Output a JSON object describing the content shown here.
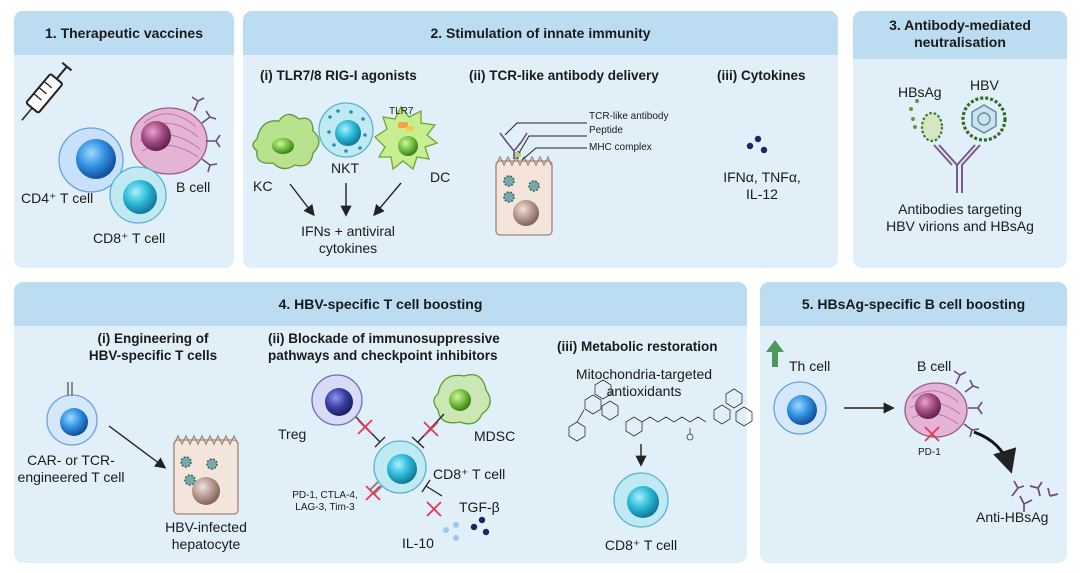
{
  "panel1": {
    "title": "1. Therapeutic vaccines",
    "labels": {
      "cd4": "CD4⁺ T cell",
      "cd8": "CD8⁺ T cell",
      "bcell": "B cell"
    }
  },
  "panel2": {
    "title": "2. Stimulation of innate immunity",
    "sub1": {
      "title": "(i) TLR7/8 RIG-I agonists",
      "kc": "KC",
      "nkt": "NKT",
      "dc": "DC",
      "tlr7": "TLR7",
      "output_line1": "IFNs + antiviral",
      "output_line2": "cytokines"
    },
    "sub2": {
      "title": "(ii) TCR-like antibody delivery",
      "labels": {
        "tcr": "TCR-like antibody",
        "peptide": "Peptide",
        "mhc": "MHC complex"
      }
    },
    "sub3": {
      "title": "(iii) Cytokines",
      "line1": "IFNα, TNFα,",
      "line2": "IL-12"
    }
  },
  "panel3": {
    "title_line1": "3. Antibody-mediated",
    "title_line2": "neutralisation",
    "hbsag": "HBsAg",
    "hbv": "HBV",
    "caption_line1": "Antibodies targeting",
    "caption_line2": "HBV virions and HBsAg"
  },
  "panel4": {
    "title": "4. HBV-specific T cell boosting",
    "sub1": {
      "title_line1": "(i) Engineering of",
      "title_line2": "HBV-specific T cells",
      "car_line1": "CAR- or TCR-",
      "car_line2": "engineered T cell",
      "hep_line1": "HBV-infected",
      "hep_line2": "hepatocyte"
    },
    "sub2": {
      "title_line1": "(ii) Blockade of immunosuppressive",
      "title_line2": "pathways and checkpoint inhibitors",
      "treg": "Treg",
      "mdsc": "MDSC",
      "cd8": "CD8⁺ T cell",
      "checkpoint_line1": "PD-1, CTLA-4,",
      "checkpoint_line2": "LAG-3, Tim-3",
      "tgfb": "TGF-β",
      "il10": "IL-10"
    },
    "sub3": {
      "title": "(iii) Metabolic restoration",
      "line1": "Mitochondria-targeted",
      "line2": "antioxidants",
      "cd8": "CD8⁺ T cell"
    }
  },
  "panel5": {
    "title": "5. HBsAg-specific B cell boosting",
    "th": "Th cell",
    "bcell": "B cell",
    "pd1": "PD-1",
    "anti": "Anti-HBsAg"
  }
}
